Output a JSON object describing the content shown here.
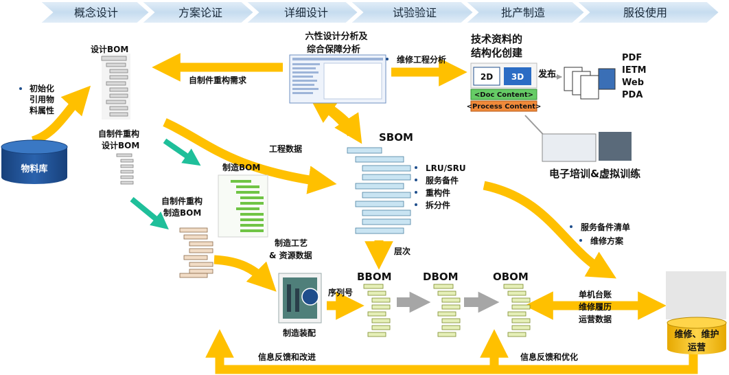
{
  "phases": [
    "概念设计",
    "方案论证",
    "详细设计",
    "试验验证",
    "批产制造",
    "服役使用"
  ],
  "nodes": {
    "material_db": "物料库",
    "init_ref_1": "初始化",
    "init_ref_2": "引用物",
    "init_ref_3": "料属性",
    "design_bom": "设计BOM",
    "self_redesign_design_bom_1": "自制件重构",
    "self_redesign_design_bom_2": "设计BOM",
    "mfg_bom": "制造BOM",
    "self_redesign_mfg_bom_1": "自制件重构",
    "self_redesign_mfg_bom_2": "制造BOM",
    "six_analysis_1": "六性设计分析及",
    "six_analysis_2": "综合保障分析",
    "tech_doc_1": "技术资料的",
    "tech_doc_2": "结构化创建",
    "doc_content": "<Doc Content>",
    "process_content": "<Process Content>",
    "badge_2d": "2D",
    "badge_3d": "3D",
    "sbom": "SBOM",
    "bbom": "BBOM",
    "dbom": "DBOM",
    "obom": "OBOM",
    "mfg_assembly": "制造装配",
    "maint_ops_1": "维修、维护",
    "maint_ops_2": "运营"
  },
  "publish": {
    "label": "发布",
    "formats": [
      "PDF",
      "IETM",
      "Web",
      "PDA"
    ]
  },
  "training": "电子培训&虚拟训练",
  "sbom_list": [
    "LRU/SRU",
    "服务备件",
    "重构件",
    "拆分件"
  ],
  "service_list": [
    "服务备件清单",
    "维修方案"
  ],
  "edges": {
    "self_made_req": "自制件重构需求",
    "maint_eng": "维修工程分析",
    "eng_data": "工程数据",
    "mfg_process_1": "制造工艺",
    "mfg_process_2": "& 资源数据",
    "hierarchy": "层次",
    "serial": "序列号",
    "ops_1": "单机台账",
    "ops_2": "维修履历",
    "ops_3": "运营数据",
    "feedback_improve": "信息反馈和改进",
    "feedback_optimize": "信息反馈和优化"
  },
  "colors": {
    "arrow": "#ffc000",
    "phase_band": "#cfe3f3",
    "phase_text": "#1a2a3a",
    "db_blue": "#1f4e8c",
    "doc_green": "#66cc66",
    "process_orange": "#f08a3a",
    "teal_arrow": "#1fbf9a",
    "grey_arrow": "#a6a6a6"
  }
}
